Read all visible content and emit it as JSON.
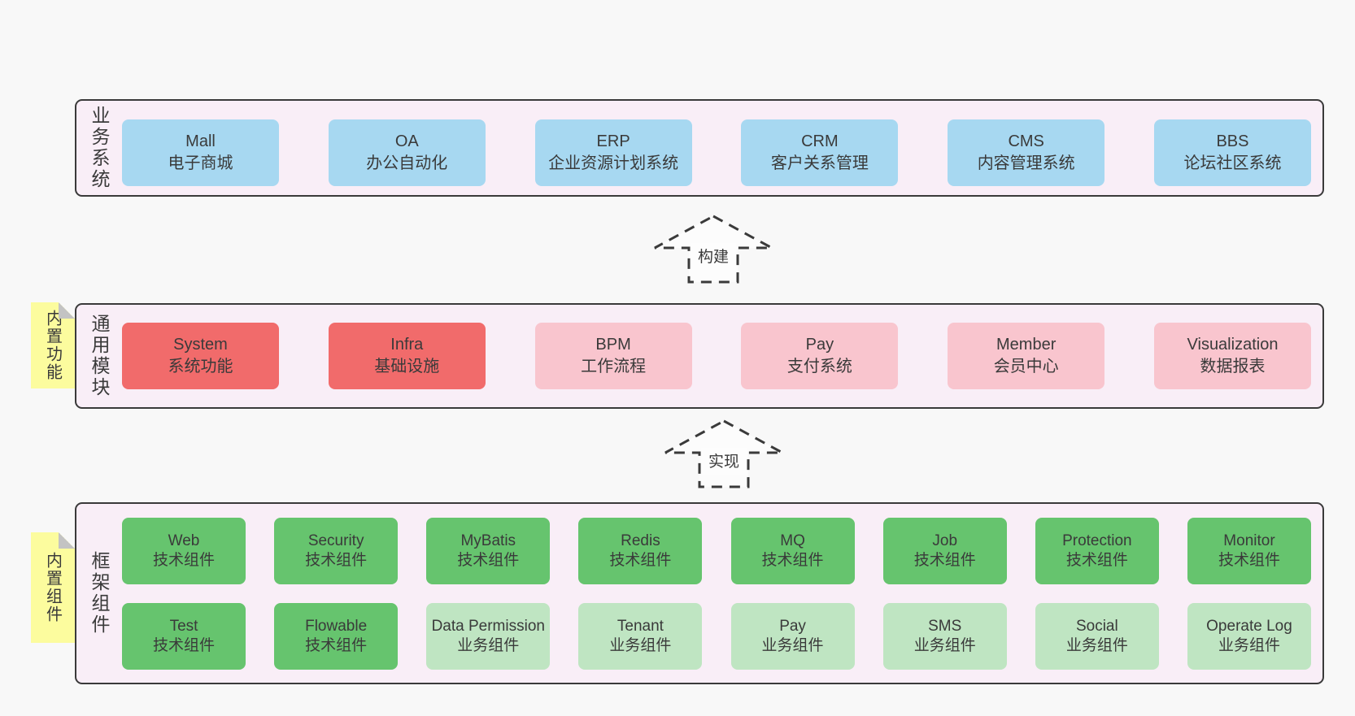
{
  "palette": {
    "page-bg": "#f8f8f8",
    "panel-bg": "#f9eef7",
    "panel-border": "#3a3a3a",
    "box-blue": "#a7d8f1",
    "box-red": "#f16b6b",
    "box-pink": "#f9c5ce",
    "box-green": "#66c46e",
    "box-lightgreen": "#bfe5c2",
    "note-yellow": "#fcfc9e",
    "note-fold": "#c3c3c3",
    "text": "#3a3a3a"
  },
  "sections": [
    {
      "label": "业务系统",
      "rows": [
        [
          {
            "name": "Mall",
            "subtitle": "电子商城",
            "tone": "blue"
          },
          {
            "name": "OA",
            "subtitle": "办公自动化",
            "tone": "blue"
          },
          {
            "name": "ERP",
            "subtitle": "企业资源计划系统",
            "tone": "blue"
          },
          {
            "name": "CRM",
            "subtitle": "客户关系管理",
            "tone": "blue"
          },
          {
            "name": "CMS",
            "subtitle": "内容管理系统",
            "tone": "blue"
          },
          {
            "name": "BBS",
            "subtitle": "论坛社区系统",
            "tone": "blue"
          }
        ]
      ]
    },
    {
      "label": "通用模块",
      "note": "内置功能",
      "rows": [
        [
          {
            "name": "System",
            "subtitle": "系统功能",
            "tone": "red"
          },
          {
            "name": "Infra",
            "subtitle": "基础设施",
            "tone": "red"
          },
          {
            "name": "BPM",
            "subtitle": "工作流程",
            "tone": "pink"
          },
          {
            "name": "Pay",
            "subtitle": "支付系统",
            "tone": "pink"
          },
          {
            "name": "Member",
            "subtitle": "会员中心",
            "tone": "pink"
          },
          {
            "name": "Visualization",
            "subtitle": "数据报表",
            "tone": "pink"
          }
        ]
      ]
    },
    {
      "label": "框架组件",
      "note": "内置组件",
      "rows": [
        [
          {
            "name": "Web",
            "subtitle": "技术组件",
            "tone": "green"
          },
          {
            "name": "Security",
            "subtitle": "技术组件",
            "tone": "green"
          },
          {
            "name": "MyBatis",
            "subtitle": "技术组件",
            "tone": "green"
          },
          {
            "name": "Redis",
            "subtitle": "技术组件",
            "tone": "green"
          },
          {
            "name": "MQ",
            "subtitle": "技术组件",
            "tone": "green"
          },
          {
            "name": "Job",
            "subtitle": "技术组件",
            "tone": "green"
          },
          {
            "name": "Protection",
            "subtitle": "技术组件",
            "tone": "green"
          },
          {
            "name": "Monitor",
            "subtitle": "技术组件",
            "tone": "green"
          }
        ],
        [
          {
            "name": "Test",
            "subtitle": "技术组件",
            "tone": "green"
          },
          {
            "name": "Flowable",
            "subtitle": "技术组件",
            "tone": "green"
          },
          {
            "name": "Data Permission",
            "subtitle": "业务组件",
            "tone": "light-green"
          },
          {
            "name": "Tenant",
            "subtitle": "业务组件",
            "tone": "light-green"
          },
          {
            "name": "Pay",
            "subtitle": "业务组件",
            "tone": "light-green"
          },
          {
            "name": "SMS",
            "subtitle": "业务组件",
            "tone": "light-green"
          },
          {
            "name": "Social",
            "subtitle": "业务组件",
            "tone": "light-green"
          },
          {
            "name": "Operate Log",
            "subtitle": "业务组件",
            "tone": "light-green"
          }
        ]
      ]
    }
  ],
  "arrows": [
    {
      "label": "构建"
    },
    {
      "label": "实现"
    }
  ]
}
